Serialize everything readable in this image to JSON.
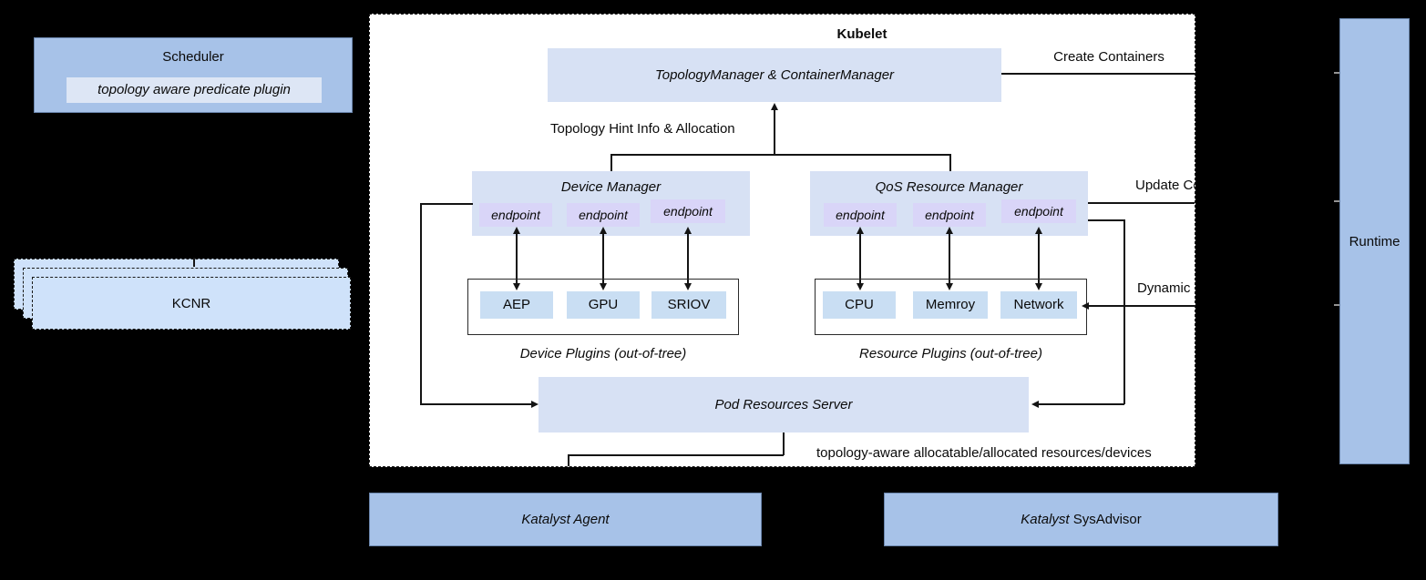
{
  "colors": {
    "background": "#000000",
    "box-medium-blue": "#a7c2e8",
    "box-light-blue": "#d7e1f4",
    "box-lighter-blue": "#dde6f5",
    "endpoint-lavender": "#d9d5f8",
    "plugin-pale-blue": "#c9def3",
    "kcnr-blue": "#cfe2fa",
    "kubelet-bg": "#ffffff",
    "line-color": "#141414",
    "medium-border": "#6b86ad"
  },
  "scheduler": {
    "title": "Scheduler",
    "plugin_label": "topology aware predicate plugin"
  },
  "kcnr": {
    "label": "KCNR"
  },
  "kubelet": {
    "title": "Kubelet",
    "topology_manager": "TopologyManager & ContainerManager",
    "create_containers": "Create Containers",
    "hint_label": "Topology Hint Info & Allocation",
    "device_manager": {
      "title": "Device Manager",
      "endpoints": [
        "endpoint",
        "endpoint",
        "endpoint"
      ]
    },
    "qos_manager": {
      "title": "QoS Resource Manager",
      "endpoints": [
        "endpoint",
        "endpoint",
        "endpoint"
      ]
    },
    "device_plugins": {
      "items": [
        "AEP",
        "GPU",
        "SRIOV"
      ],
      "caption": "Device Plugins (out-of-tree)"
    },
    "resource_plugins": {
      "items": [
        "CPU",
        "Memroy",
        "Network"
      ],
      "caption": "Resource Plugins (out-of-tree)"
    },
    "pod_resources_server": "Pod Resources Server",
    "update_label": "Update Co",
    "dynamic_label": "Dynamic",
    "bottom_note": "topology-aware allocatable/allocated resources/devices"
  },
  "katalyst_agent": "Katalyst Agent",
  "katalyst_sysadvisor": {
    "italic": "Katalyst",
    "regular": " SysAdvisor"
  },
  "runtime": "Runtime"
}
